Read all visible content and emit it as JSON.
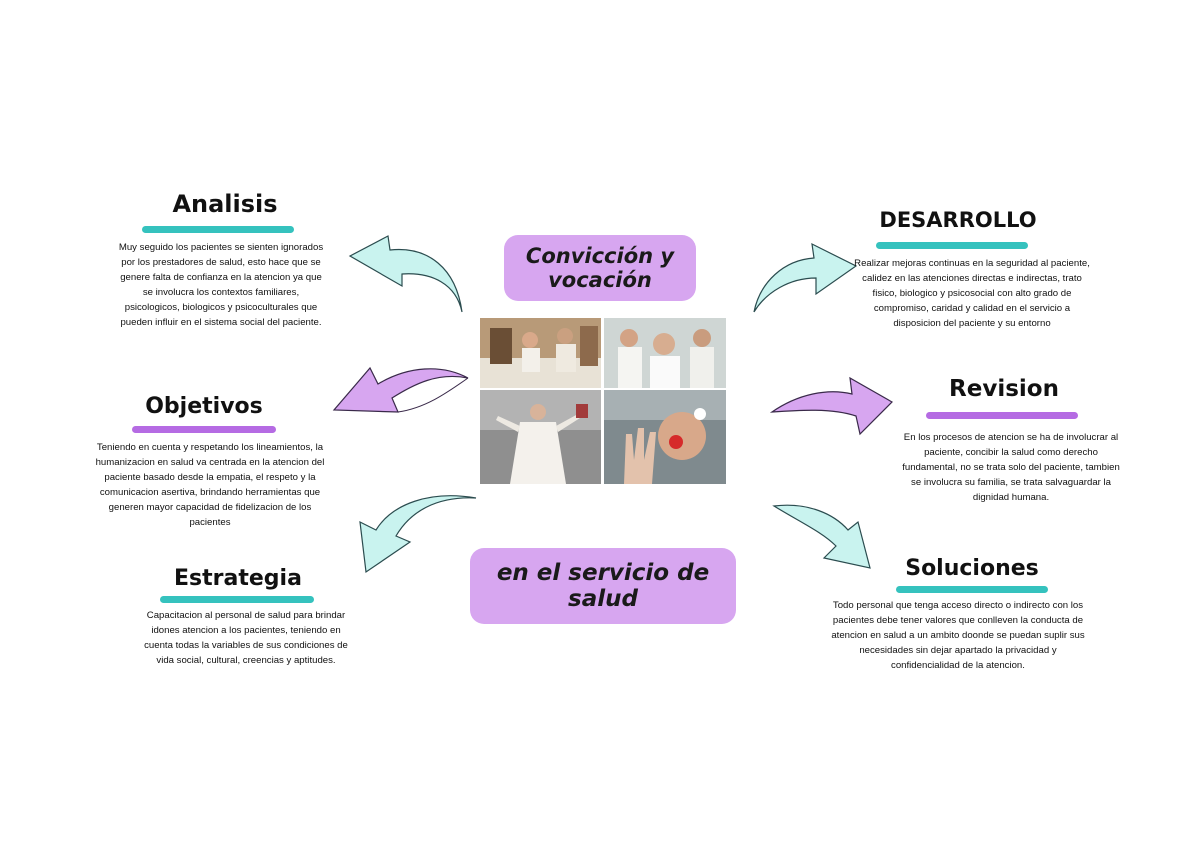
{
  "center": {
    "title_top": "Convicción y vocación",
    "title_bottom": "en el servicio de salud"
  },
  "sections": {
    "analisis": {
      "title": "Analisis",
      "text": "Muy seguido los pacientes se sienten ignorados por los prestadores de salud, esto hace que se genere falta de confianza en la  atencion ya que se involucra los contextos familiares, psicologicos, biologicos y psicoculturales que pueden influir en el sistema social del paciente."
    },
    "objetivos": {
      "title": "Objetivos",
      "text": "Teniendo en cuenta y respetando los lineamientos, la humanizacion en salud va centrada en la atencion del paciente basado desde la empatia, el respeto y la comunicacion asertiva, brindando herramientas que generen mayor capacidad de fidelizacion de los pacientes"
    },
    "estrategia": {
      "title": "Estrategia",
      "text": "Capacitacion al personal de salud para brindar idones atencion a los pacientes, teniendo en cuenta todas la variables de sus condiciones de vida social, cultural, creencias y aptitudes."
    },
    "desarrollo": {
      "title": "DESARROLLO",
      "text": "Realizar mejoras continuas en la seguridad al paciente, calidez en las atenciones directas e indirectas, trato fisico, biologico y psicosocial con alto grado de compromiso, caridad y calidad en el servicio a disposicion del paciente y su entorno"
    },
    "revision": {
      "title": "Revision",
      "text": "En los procesos de atencion se ha de involucrar al paciente, concibir la salud como derecho fundamental, no se trata solo del paciente, tambien se involucra su familia, se trata salvaguardar la dignidad humana."
    },
    "soluciones": {
      "title": "Soluciones",
      "text": "Todo personal que tenga acceso directo o indirecto con los pacientes debe tener valores que conlleven la conducta de atencion en salud a un ambito doonde se puedan suplir sus necesidades sin dejar apartado la privacidad y confidencialidad de la atencion."
    }
  },
  "colors": {
    "teal": "#35c2be",
    "teal_light": "#c9f3ef",
    "purple": "#b56be3",
    "purple_light": "#d7a6f0"
  },
  "icons": [
    "curved-arrow-icon"
  ]
}
